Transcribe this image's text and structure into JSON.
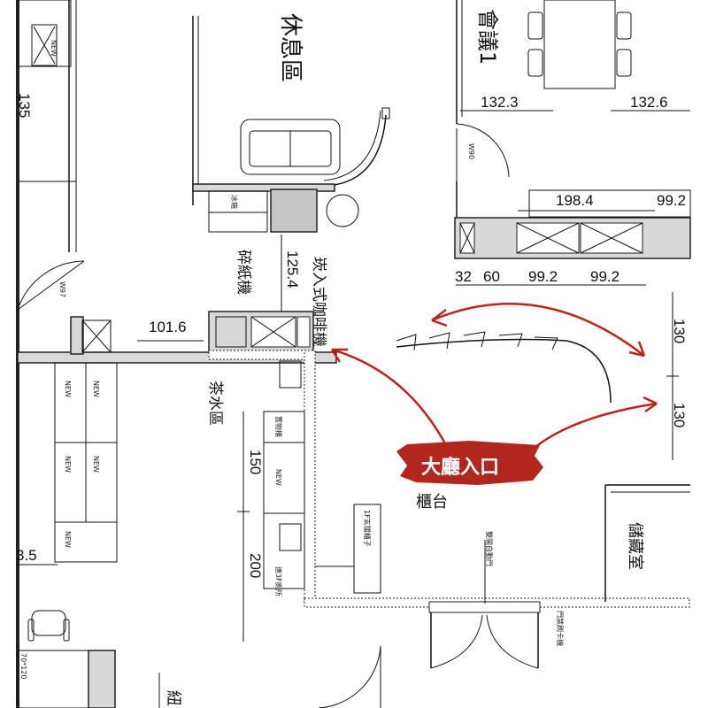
{
  "rooms": {
    "lounge": "休息區",
    "meeting": "會議1",
    "tea": "茶水區",
    "storage": "儲藏室",
    "counter_partial": "櫃台",
    "bottom_partial": "紐"
  },
  "equipment": {
    "shredder": "碎紙機",
    "coffee_machine": "崁入式咖啡機",
    "note_1f": "1F玄關櫃子",
    "note_3f": "連3F廁所",
    "sliding_door_note": "雙開自動門",
    "card_reader_note": "門禁刷卡機",
    "small_cabinet_label": "置物櫃",
    "fridge_label": "冰箱"
  },
  "doors": {
    "w90": "W90",
    "w97": "W97"
  },
  "cabinet_tag": "NEW",
  "dimensions": {
    "d_135": "135",
    "d_132_3": "132.3",
    "d_132_6": "132.6",
    "d_198_4": "198.4",
    "d_99_2_top": "99.2",
    "d_125_4": "125.4",
    "d_101_6": "101.6",
    "d_32": "32",
    "d_60": "60",
    "d_99_2_a": "99.2",
    "d_99_2_b": "99.2",
    "d_130_a": "130",
    "d_130_b": "130",
    "d_150": "150",
    "d_200": "200",
    "d_3_5": "3.5",
    "d_70_120": "70*120"
  },
  "callout": {
    "label": "大廳入口",
    "bg_color": "#b3261e",
    "arrow_color": "#c0221a"
  }
}
